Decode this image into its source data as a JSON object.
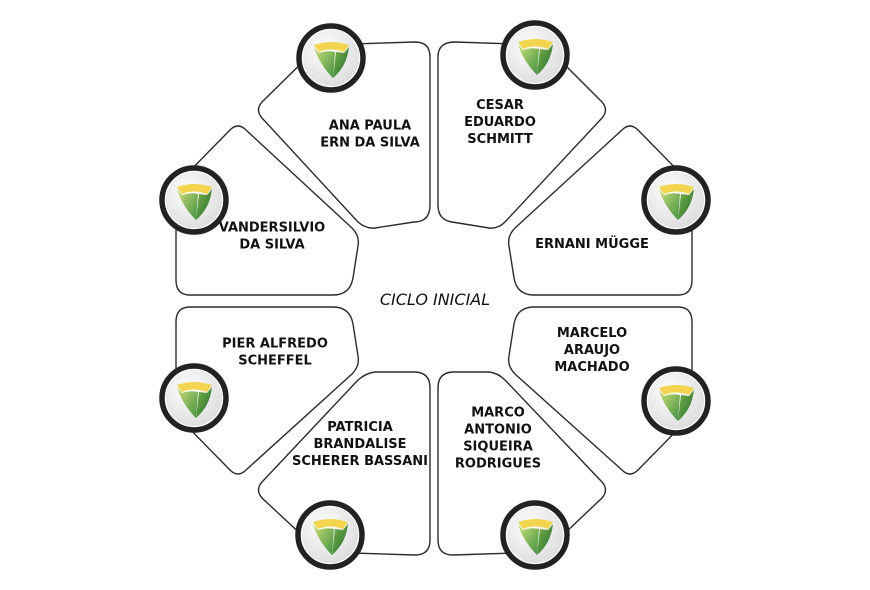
{
  "center_label": "CICLO INICIAL",
  "members": [
    {
      "lines": [
        "ANA PAULA",
        "ERN DA SILVA"
      ]
    },
    {
      "lines": [
        "CESAR",
        "EDUARDO",
        "SCHMITT"
      ]
    },
    {
      "lines": [
        "VANDERSILVIO",
        "DA SILVA"
      ]
    },
    {
      "lines": [
        "ERNANI MÜGGE"
      ]
    },
    {
      "lines": [
        "PIER ALFREDO",
        "SCHEFFEL"
      ]
    },
    {
      "lines": [
        "MARCELO",
        "ARAUJO",
        "MACHADO"
      ]
    },
    {
      "lines": [
        "PATRICIA",
        "BRANDALISE",
        "SCHERER BASSANI"
      ]
    },
    {
      "lines": [
        "MARCO",
        "ANTONIO",
        "SIQUEIRA",
        "RODRIGUES"
      ]
    }
  ],
  "colors": {
    "outline": "#2b2b2b",
    "ring": "#222222",
    "logo_yellow": "#f2d44e",
    "logo_green_light": "#b9cf5a",
    "logo_green_dark": "#2e7d3a"
  },
  "icon": "shield-logo-icon"
}
